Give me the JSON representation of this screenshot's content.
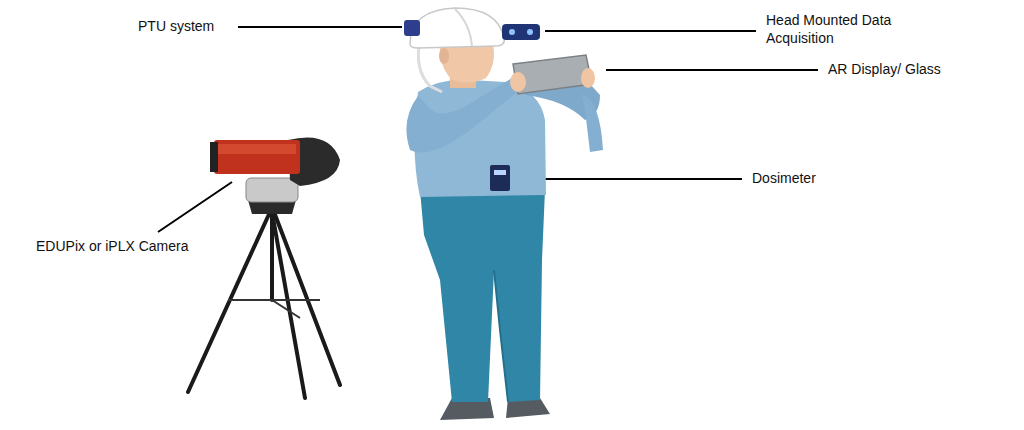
{
  "diagram": {
    "labels": [
      "PTU system",
      "Head Mounted Data Acquisition",
      "AR Display/ Glass",
      "Dosimeter",
      "EDUPix or iPLX Camera"
    ]
  }
}
